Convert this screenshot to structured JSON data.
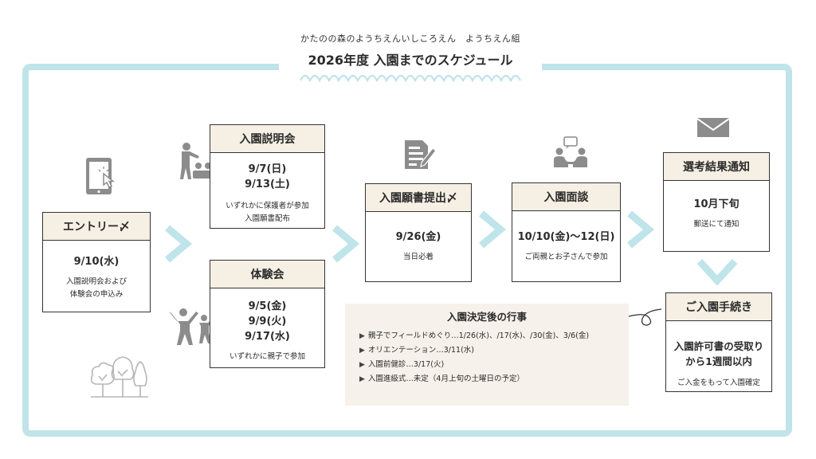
{
  "header": {
    "subtitle": "かたのの森のようちえんいしころえん　ようちえん組",
    "title": "2026年度 入園までのスケジュール"
  },
  "entry": {
    "heading": "エントリー〆",
    "date": "9/10(水)",
    "note1": "入園説明会および",
    "note2": "体験会の申込み"
  },
  "briefing": {
    "heading": "入園説明会",
    "date1": "9/7(日)",
    "date2": "9/13(土)",
    "note1": "いずれかに保護者が参加",
    "note2": "入園願書配布"
  },
  "trial": {
    "heading": "体験会",
    "date1": "9/5(金)",
    "date2": "9/9(火)",
    "date3": "9/17(水)",
    "note": "いずれかに親子で参加"
  },
  "application": {
    "heading": "入園願書提出〆",
    "date": "9/26(金)",
    "note": "当日必着"
  },
  "interview": {
    "heading": "入園面談",
    "date": "10/10(金)〜12(日)",
    "note": "ご両親とお子さんで参加"
  },
  "result": {
    "heading": "選考結果通知",
    "date": "10月下旬",
    "note": "郵送にて通知"
  },
  "procedure": {
    "heading": "ご入園手続き",
    "line1": "入園許可書の受取り",
    "line2": "から1週間以内",
    "note": "ご入金をもって入園確定"
  },
  "events": {
    "title": "入園決定後の行事",
    "items": [
      "親子でフィールドめぐり…1/26(水)、/17(水)、/30(金)、3/6(金)",
      "オリエンテーション…3/11(水)",
      "入園前健診…3/17(火)",
      "入園進級式…未定（4月上旬の土曜日の予定）"
    ]
  },
  "icons": [
    "tablet-touch-icon",
    "presentation-icon",
    "trial-kids-icon",
    "document-pen-icon",
    "interview-icon",
    "envelope-icon",
    "trees-icon",
    "arrow-chevron-icon",
    "curly-arrow-icon"
  ],
  "colors": {
    "frame": "#bfe4ea",
    "chevron": "#bfe4ea",
    "heading_bg": "#f6efe4",
    "events_bg": "#f6f1ea",
    "icon": "#8c8c8c"
  }
}
